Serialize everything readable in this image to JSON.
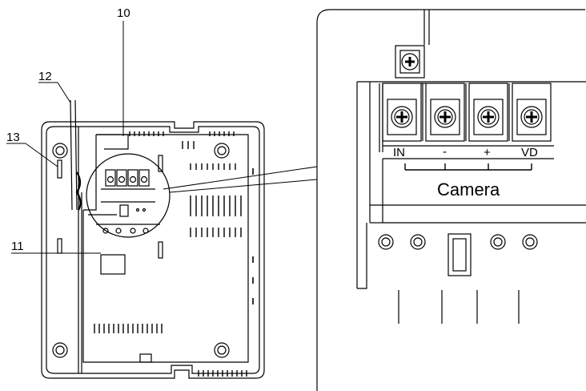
{
  "callouts": {
    "c10": "10",
    "c11": "11",
    "c12": "12",
    "c13": "13"
  },
  "terminals": {
    "in": "IN",
    "minus": "-",
    "plus": "+",
    "vd": "VD"
  },
  "group_label": "Camera",
  "colors": {
    "line": "#000000",
    "background": "#ffffff"
  },
  "icons": [
    "screw-terminal-icon",
    "mounting-hole-icon",
    "vent-slot-icon"
  ]
}
